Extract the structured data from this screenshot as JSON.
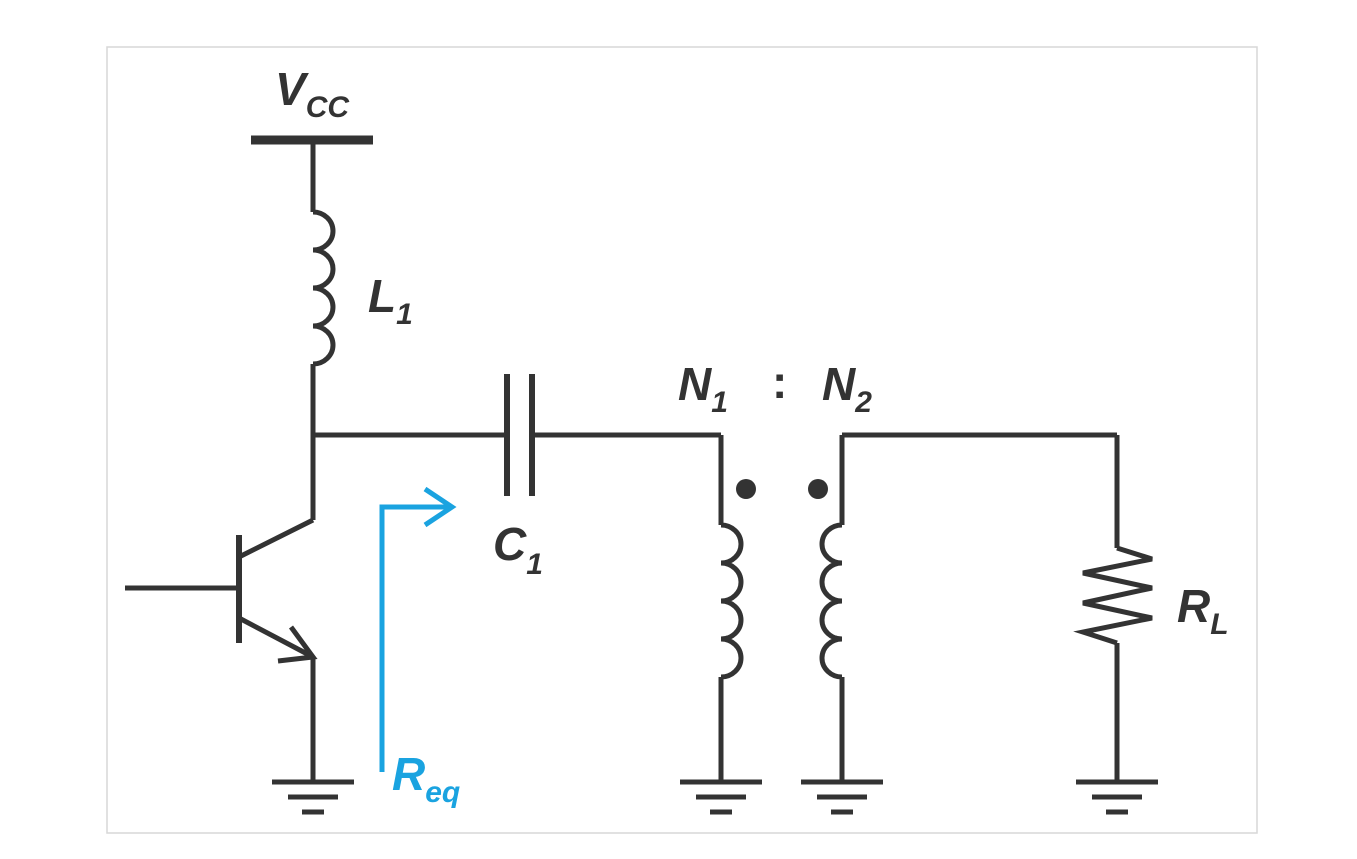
{
  "diagram": {
    "labels": {
      "vcc": {
        "main": "V",
        "sub": "CC"
      },
      "l1": {
        "main": "L",
        "sub": "1"
      },
      "c1": {
        "main": "C",
        "sub": "1"
      },
      "n1": {
        "main": "N",
        "sub": "1"
      },
      "colon": ":",
      "n2": {
        "main": "N",
        "sub": "2"
      },
      "rl": {
        "main": "R",
        "sub": "L"
      },
      "req": {
        "main": "R",
        "sub": "eq"
      }
    },
    "colors": {
      "wire": "#333333",
      "accent": "#1aa3e0",
      "frame": "#d7d7d7",
      "background": "#ffffff"
    }
  }
}
